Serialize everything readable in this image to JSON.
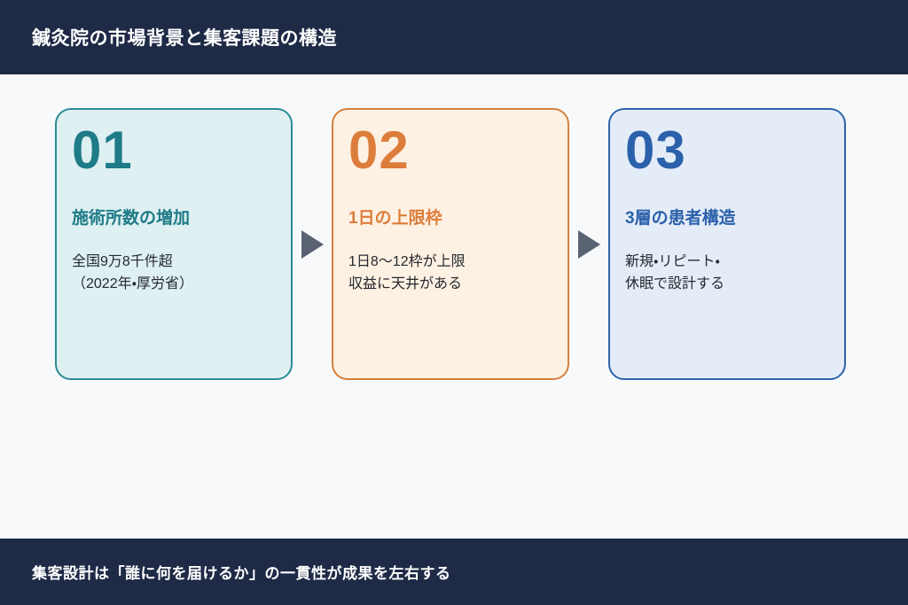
{
  "header": {
    "title": "鍼灸院の市場背景と集客課題の構造"
  },
  "cards": [
    {
      "number": "01",
      "title": "施術所数の増加",
      "body_line1": "全国9万8千件超",
      "body_line2": "（2022年・厚労省）",
      "accent_color": "#1e7b87",
      "border_color": "#2e8b94",
      "bg_color": "#def0f1"
    },
    {
      "number": "02",
      "title": "1日の上限枠",
      "body_line1": "1日8〜12枠が上限",
      "body_line2": "収益に天井がある",
      "accent_color": "#dd7d3b",
      "border_color": "#d4803f",
      "bg_color": "#fdf1e3"
    },
    {
      "number": "03",
      "title": "3層の患者構造",
      "body_line1": "新規・リピート・",
      "body_line2": "休眠で設計する",
      "accent_color": "#2b61ab",
      "border_color": "#2f64a9",
      "bg_color": "#e4ecf8"
    }
  ],
  "footer": {
    "text": "集客設計は「誰に何を届けるか」の一貫性が成果を左右する"
  },
  "colors": {
    "navy_bar": "#1e2a46",
    "main_background": "#f7f9fb",
    "arrow_gray": "#5a6373",
    "body_text": "#26292f"
  }
}
